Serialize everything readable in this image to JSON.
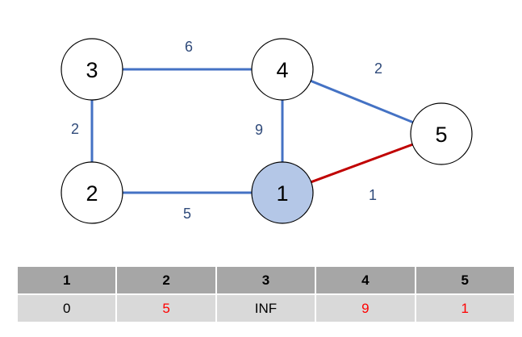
{
  "colors": {
    "edge": "#4472c4",
    "edge_highlight": "#c00000",
    "node_fill": "#ffffff",
    "node_fill_start": "#b4c7e7",
    "node_stroke": "#000000",
    "edge_label": "#2f4a7a",
    "table_header_bg": "#a6a6a6",
    "table_cell_bg": "#d9d9d9",
    "updated_value": "#ff0000"
  },
  "graph": {
    "nodes": [
      {
        "id": "1",
        "label": "1",
        "start": true
      },
      {
        "id": "2",
        "label": "2",
        "start": false
      },
      {
        "id": "3",
        "label": "3",
        "start": false
      },
      {
        "id": "4",
        "label": "4",
        "start": false
      },
      {
        "id": "5",
        "label": "5",
        "start": false
      }
    ],
    "edges": [
      {
        "from": "3",
        "to": "4",
        "weight": "6",
        "highlight": false
      },
      {
        "from": "4",
        "to": "5",
        "weight": "2",
        "highlight": false
      },
      {
        "from": "3",
        "to": "2",
        "weight": "2",
        "highlight": false
      },
      {
        "from": "4",
        "to": "1",
        "weight": "9",
        "highlight": false
      },
      {
        "from": "2",
        "to": "1",
        "weight": "5",
        "highlight": false
      },
      {
        "from": "1",
        "to": "5",
        "weight": "1",
        "highlight": true
      }
    ]
  },
  "table": {
    "headers": [
      "1",
      "2",
      "3",
      "4",
      "5"
    ],
    "values": [
      {
        "text": "0",
        "updated": false
      },
      {
        "text": "5",
        "updated": true
      },
      {
        "text": "INF",
        "updated": false
      },
      {
        "text": "9",
        "updated": true
      },
      {
        "text": "1",
        "updated": true
      }
    ]
  }
}
